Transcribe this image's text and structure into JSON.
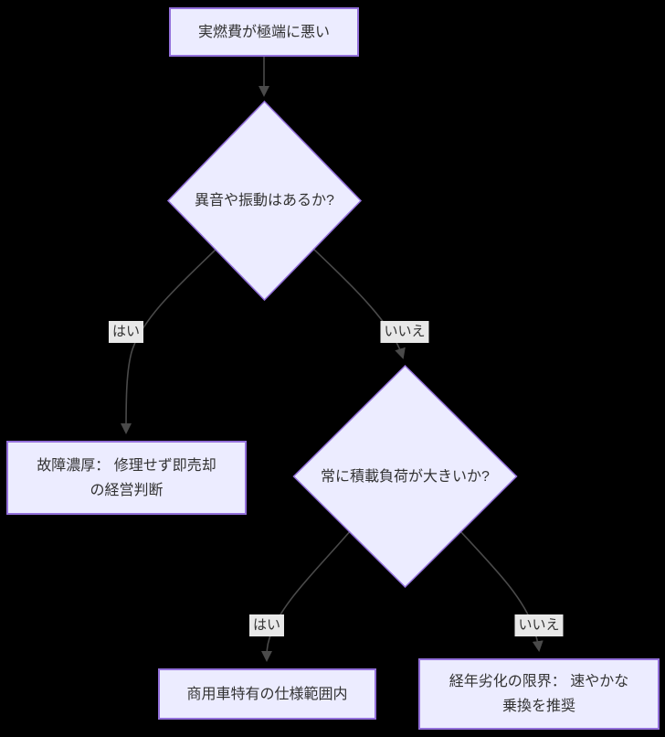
{
  "diagram": {
    "type": "flowchart",
    "direction": "top-down",
    "background": "#000000",
    "theme": {
      "canvas_bg": "#000000",
      "node_fill": "#ECECFF",
      "node_border": "#9370DB",
      "node_text": "#333333",
      "edge_color": "#4a4a4a",
      "edge_label_bg": "#e8e8e8",
      "edge_label_text": "#333333"
    },
    "nodes": [
      {
        "id": "start",
        "shape": "rect",
        "label": "実燃費が極端に悪い"
      },
      {
        "id": "q1",
        "shape": "diamond",
        "label": "異音や振動はあるか?"
      },
      {
        "id": "sell",
        "shape": "rect",
        "label": "故障濃厚： 修理せず即売却\nの経営判断"
      },
      {
        "id": "q2",
        "shape": "diamond",
        "label": "常に積載負荷が大きいか?"
      },
      {
        "id": "spec",
        "shape": "rect",
        "label": "商用車特有の仕様範囲内"
      },
      {
        "id": "replace",
        "shape": "rect",
        "label": "経年劣化の限界： 速やかな\n乗換を推奨"
      }
    ],
    "edges": [
      {
        "from": "start",
        "to": "q1",
        "label": ""
      },
      {
        "from": "q1",
        "to": "sell",
        "label": "はい"
      },
      {
        "from": "q1",
        "to": "q2",
        "label": "いいえ"
      },
      {
        "from": "q2",
        "to": "spec",
        "label": "はい"
      },
      {
        "from": "q2",
        "to": "replace",
        "label": "いいえ"
      }
    ]
  }
}
